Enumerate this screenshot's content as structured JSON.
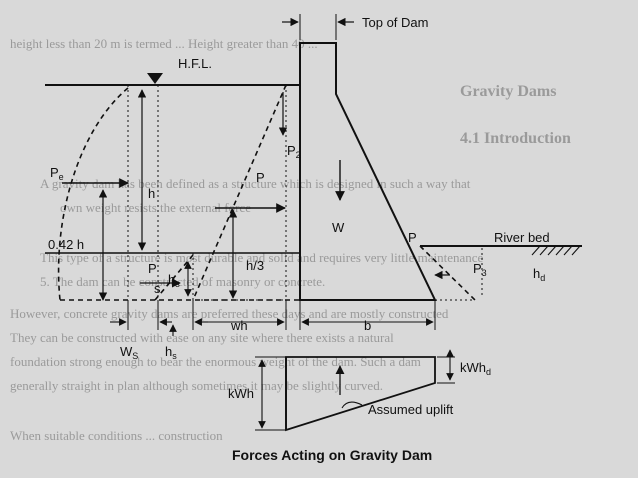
{
  "caption": "Forces Acting on Gravity Dam",
  "labels": {
    "top_of_dam": "Top of Dam",
    "hfl": "H.F.L.",
    "river_bed": "River bed",
    "assumed_uplift": "Assumed uplift",
    "h": "h",
    "h_over_3": "h/3",
    "point_042h": "0.42 h",
    "w": "W",
    "wh": "wh",
    "b": "b",
    "p_left": "P",
    "p_right": "P",
    "p_big": "P",
    "s": "s",
    "p2": "P",
    "p2_sub": "2",
    "p3": "P",
    "p3_sub": "3",
    "pe": "P",
    "pe_sub": "e",
    "hs": "h",
    "hs_sub": "s",
    "hs_vert": "h",
    "hs_vert_sub": "s",
    "ws": "W",
    "ws_sub": "S",
    "hd": "h",
    "hd_sub": "d",
    "kwh": "kWh",
    "kwhd": "kWh",
    "kwhd_sub": "d"
  },
  "background_text": [
    "height less than 20 m is termed ... Height greater than 40 ...",
    "Gravity Dams",
    "4.1 Introduction",
    "A gravity dam has been defined as a structure which is designed in such a way that",
    "own weight resists the external force",
    "This type of a structure is most durable and solid and requires very little maintenance",
    "5. The dam can be constructed of masonry or concrete.",
    "However, concrete gravity dams are preferred these days and are mostly constructed",
    "They can be constructed with ease on any site where there exists a natural",
    "foundation strong enough to bear the enormous weight of the dam. Such a dam",
    "generally straight in plan although sometimes it may be slightly curved.",
    "When suitable conditions ... construction"
  ],
  "icons": [
    "hfl-triangle-icon",
    "ground-hatch-icon"
  ]
}
